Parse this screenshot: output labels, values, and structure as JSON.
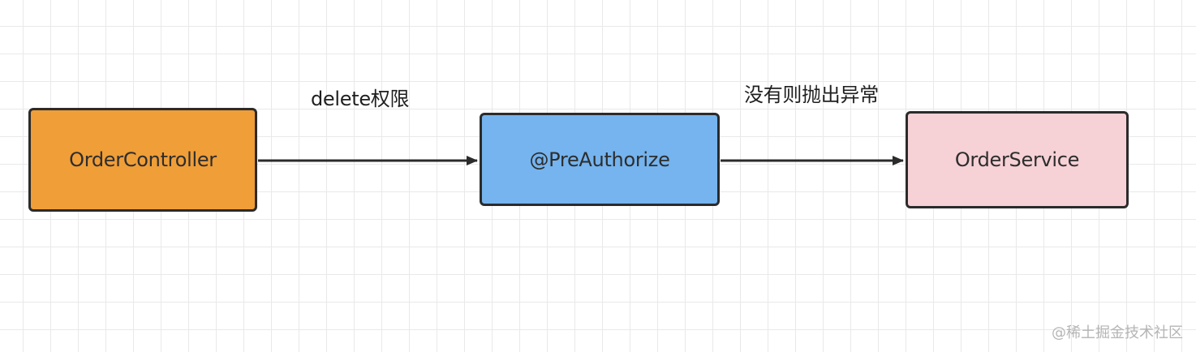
{
  "diagram": {
    "nodes": [
      {
        "id": "controller",
        "label": "OrderController",
        "fill": "#f09e38"
      },
      {
        "id": "preauthorize",
        "label": "@PreAuthorize",
        "fill": "#75b4ee"
      },
      {
        "id": "service",
        "label": "OrderService",
        "fill": "#f6d1d6"
      }
    ],
    "edges": [
      {
        "from": "controller",
        "to": "preauthorize",
        "label": "delete权限"
      },
      {
        "from": "preauthorize",
        "to": "service",
        "label": "没有则抛出异常"
      }
    ],
    "colors": {
      "border": "#2b2b2b",
      "edge": "#2b2b2b",
      "grid": "#e9e9e9"
    }
  },
  "watermark": "@稀土掘金技术社区"
}
